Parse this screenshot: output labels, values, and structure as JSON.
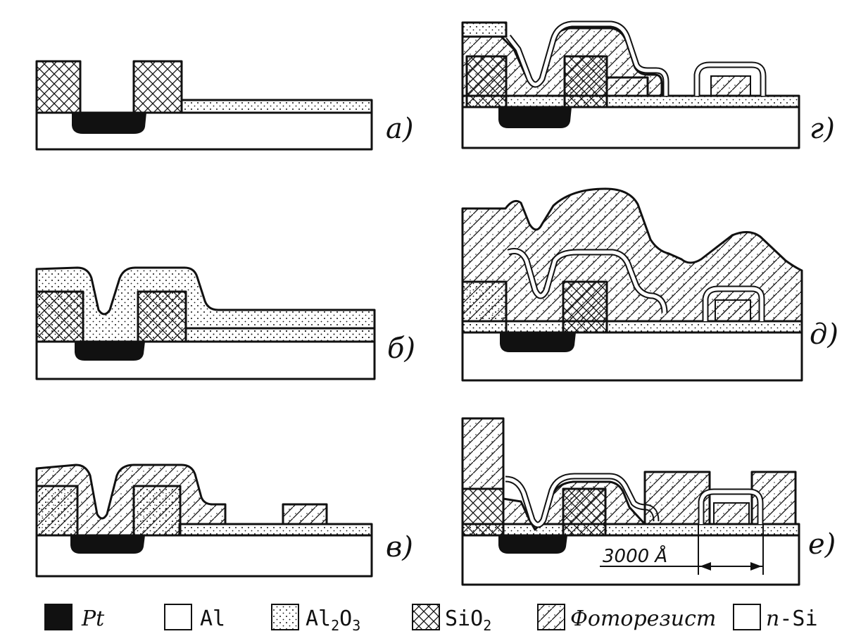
{
  "panels": [
    {
      "label": "а)"
    },
    {
      "label": "б)"
    },
    {
      "label": "в)"
    },
    {
      "label": "г)"
    },
    {
      "label": "д)"
    },
    {
      "label": "е)"
    }
  ],
  "dimension": {
    "label": "3000 Å"
  },
  "legend": [
    {
      "id": "pt",
      "label": "Pt"
    },
    {
      "id": "al",
      "label": "Al"
    },
    {
      "id": "al2o3",
      "label": "Al2O3",
      "base": "Al",
      "sub1": "2",
      "mid": "O",
      "sub2": "3"
    },
    {
      "id": "sio2",
      "label": "SiO2",
      "base": "SiO",
      "sub1": "2"
    },
    {
      "id": "resist",
      "label": "Фоторезист"
    },
    {
      "id": "nsi",
      "label": "n-Si",
      "prefix": "n",
      "suffix": "-Si"
    }
  ],
  "colors": {
    "ink": "#111111",
    "paper": "#ffffff"
  }
}
